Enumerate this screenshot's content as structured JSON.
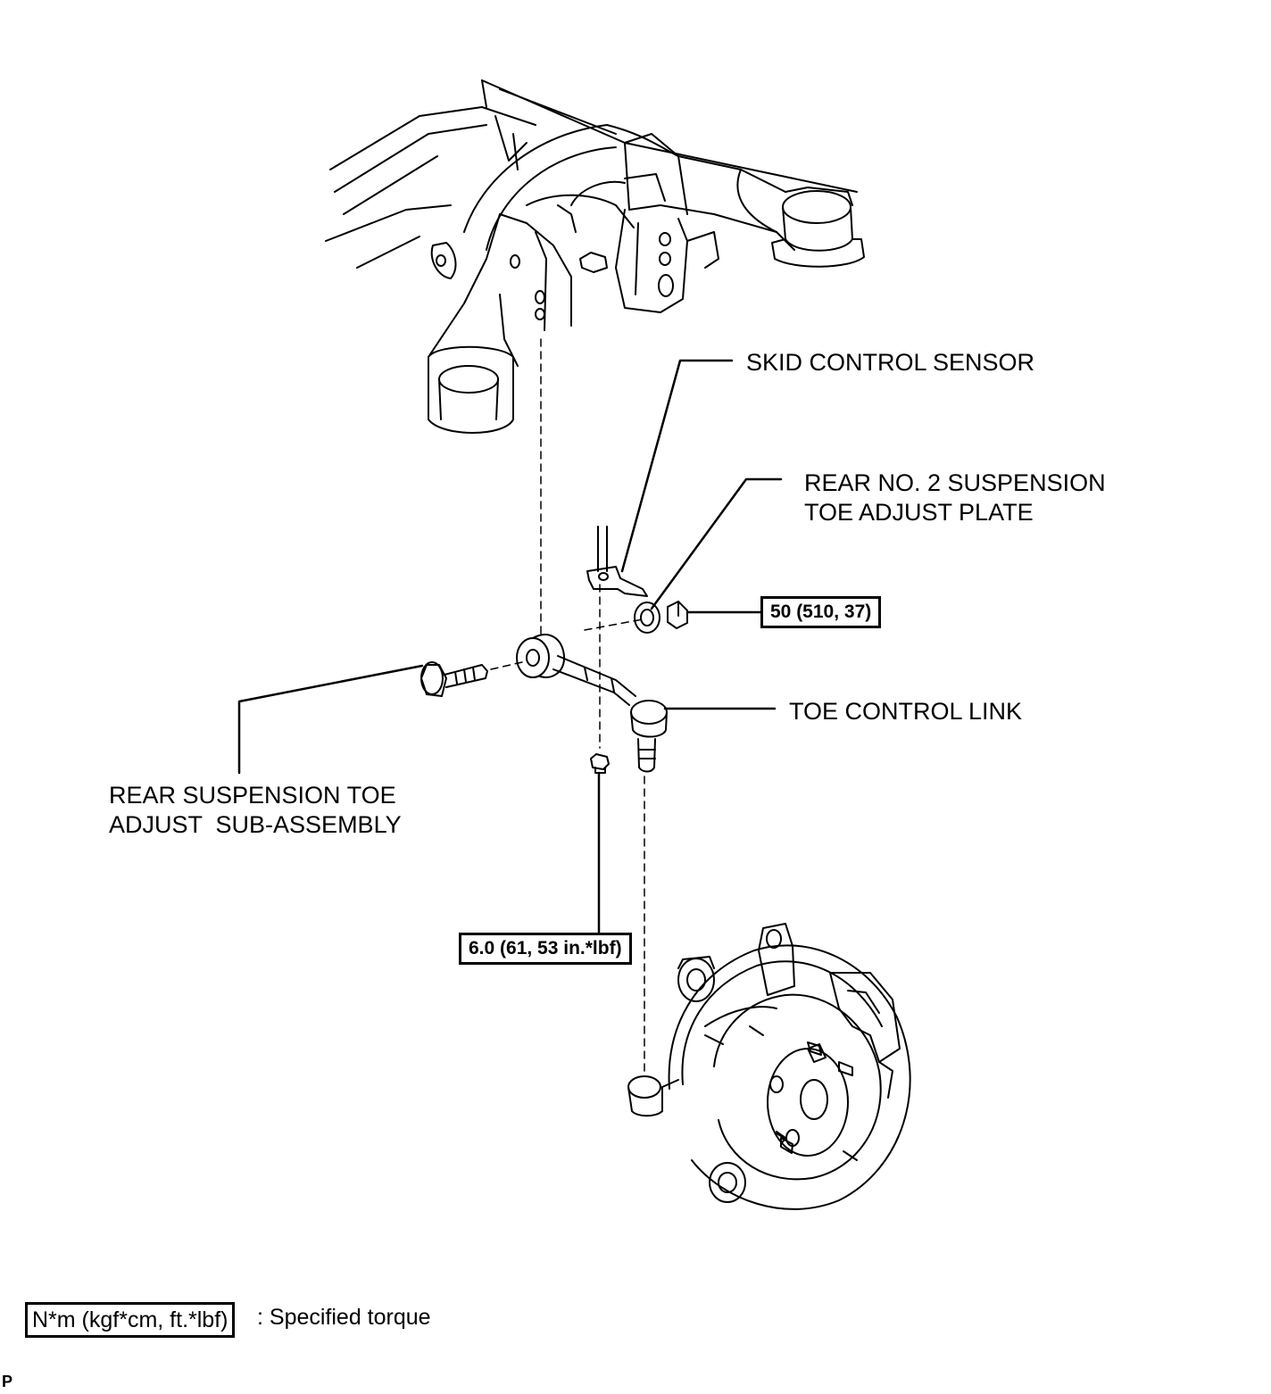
{
  "labels": {
    "skid_control_sensor": "SKID CONTROL SENSOR",
    "toe_adjust_plate": [
      "REAR NO. 2 SUSPENSION",
      "TOE ADJUST PLATE"
    ],
    "toe_control_link": "TOE CONTROL LINK",
    "toe_adjust_subassembly": [
      "REAR SUSPENSION TOE",
      "ADJUST  SUB-ASSEMBLY"
    ]
  },
  "torque_specs": {
    "nut": "50 (510, 37)",
    "bolt": "6.0 (61, 53 in.*lbf)"
  },
  "legend": {
    "box_text": "N*m (kgf*cm, ft.*lbf)",
    "description": ": Specified torque"
  },
  "corner_mark": "P"
}
